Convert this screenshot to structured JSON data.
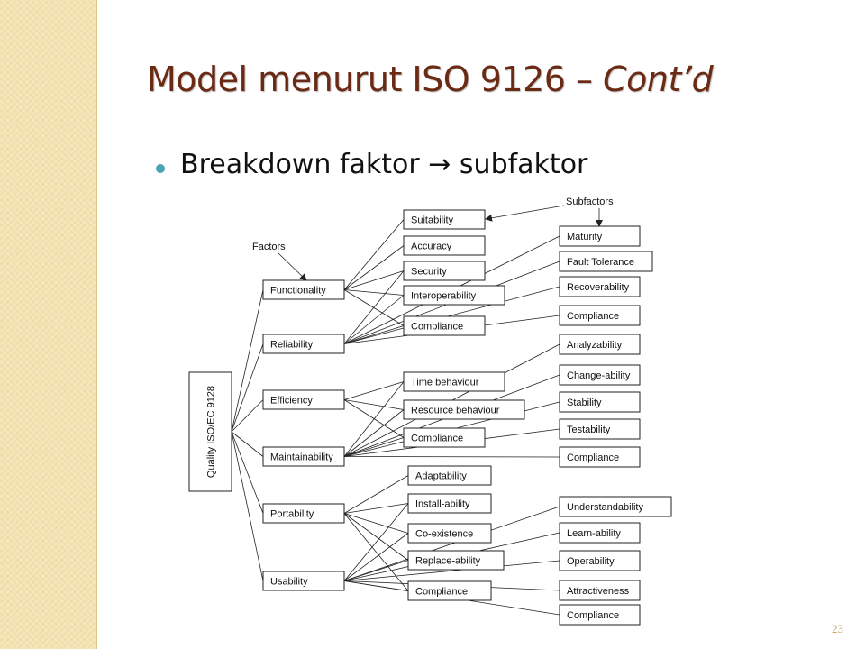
{
  "slide": {
    "title_main": "Model menurut ISO 9126 – ",
    "title_italic": "Cont’d",
    "bullet": "Breakdown faktor → subfaktor",
    "page_number": "23"
  },
  "diagram": {
    "root": "Quality ISO/EC 9128",
    "factors_label": "Factors",
    "subfactors_label": "Subfactors",
    "factors": [
      "Functionality",
      "Reliability",
      "Efficiency",
      "Maintainability",
      "Portability",
      "Usability"
    ],
    "middle": [
      "Suitability",
      "Accuracy",
      "Security",
      "Interoperability",
      "Compliance",
      "Time behaviour",
      "Resource behaviour",
      "Compliance",
      "Adaptability",
      "Install-ability",
      "Co-existence",
      "Replace-ability",
      "Compliance"
    ],
    "right": [
      "Maturity",
      "Fault Tolerance",
      "Recoverability",
      "Compliance",
      "Analyzability",
      "Change-ability",
      "Stability",
      "Testability",
      "Compliance",
      "Understandability",
      "Learn-ability",
      "Operability",
      "Attractiveness",
      "Compliance"
    ]
  }
}
